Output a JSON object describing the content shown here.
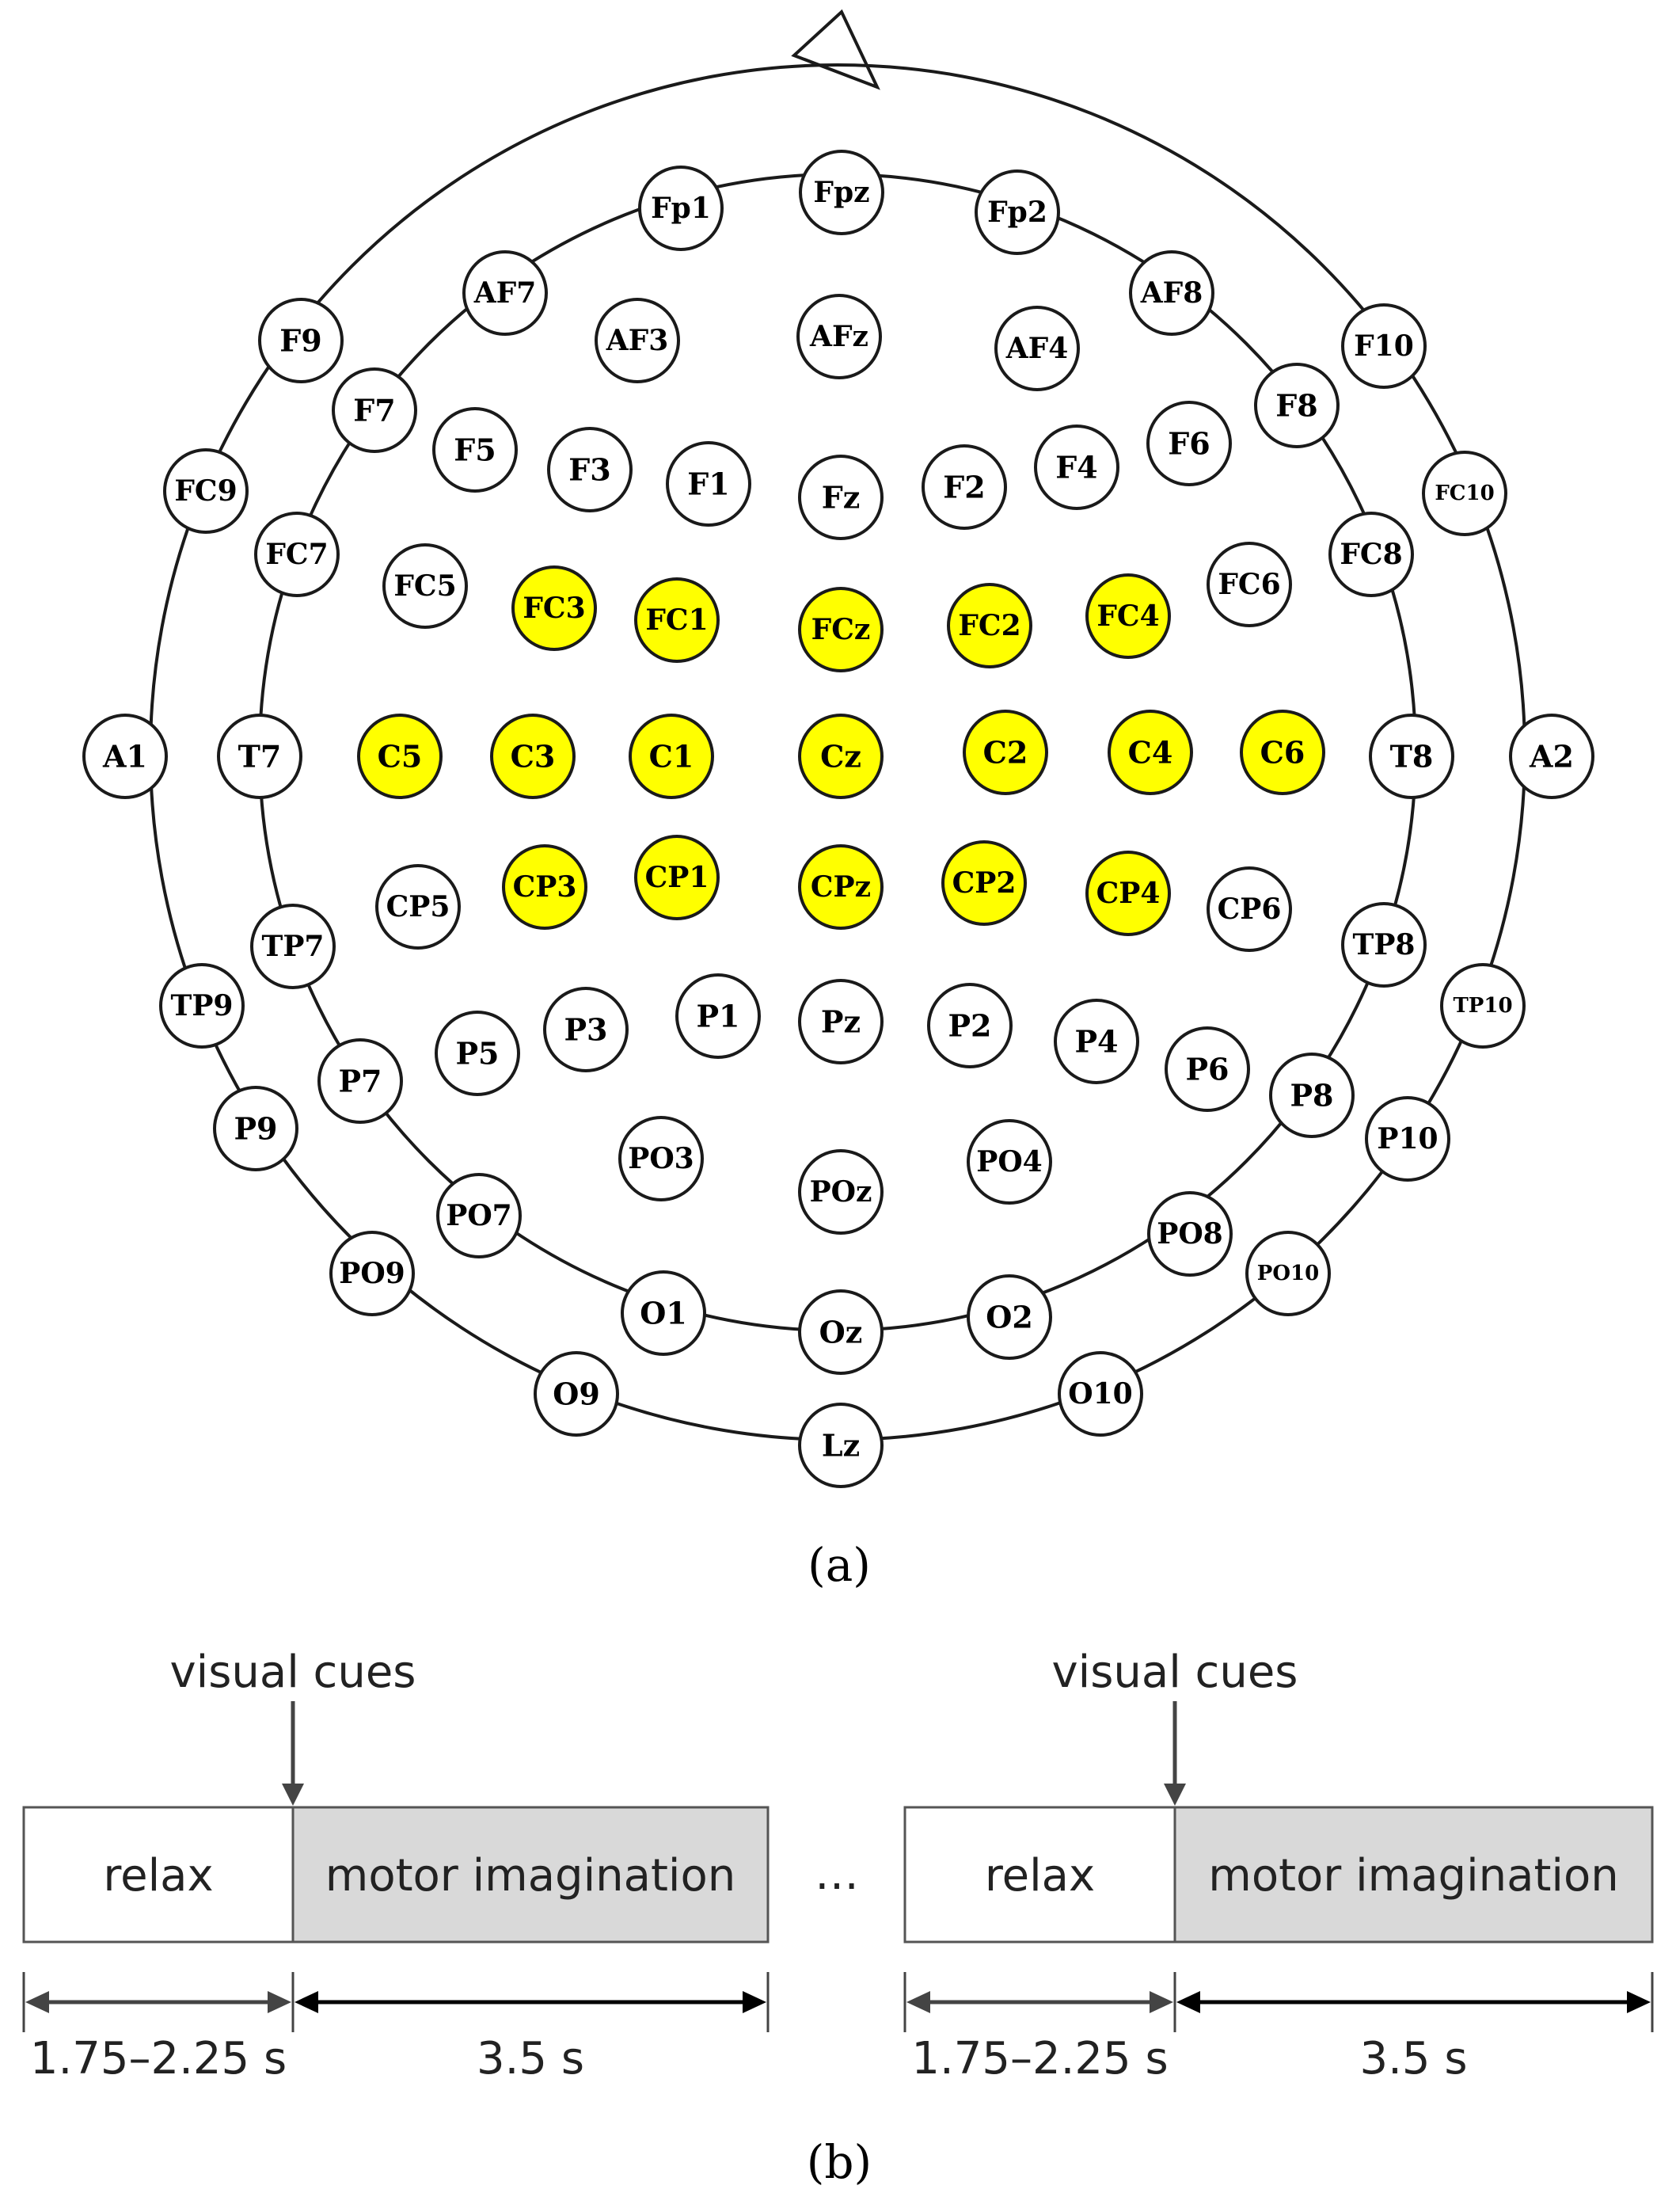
{
  "captions": {
    "a": "(a)",
    "b": "(b)"
  },
  "colors": {
    "active_fill": "#ffff00",
    "inactive_fill": "#ffffff",
    "motor_box_fill": "#d9d9d9"
  },
  "electrodes": [
    {
      "name": "Fp1",
      "active": false
    },
    {
      "name": "Fpz",
      "active": false
    },
    {
      "name": "Fp2",
      "active": false
    },
    {
      "name": "AF7",
      "active": false
    },
    {
      "name": "AF3",
      "active": false
    },
    {
      "name": "AFz",
      "active": false
    },
    {
      "name": "AF4",
      "active": false
    },
    {
      "name": "AF8",
      "active": false
    },
    {
      "name": "F9",
      "active": false
    },
    {
      "name": "F7",
      "active": false
    },
    {
      "name": "F5",
      "active": false
    },
    {
      "name": "F3",
      "active": false
    },
    {
      "name": "F1",
      "active": false
    },
    {
      "name": "Fz",
      "active": false
    },
    {
      "name": "F2",
      "active": false
    },
    {
      "name": "F4",
      "active": false
    },
    {
      "name": "F6",
      "active": false
    },
    {
      "name": "F8",
      "active": false
    },
    {
      "name": "F10",
      "active": false
    },
    {
      "name": "FC9",
      "active": false
    },
    {
      "name": "FC7",
      "active": false
    },
    {
      "name": "FC5",
      "active": false
    },
    {
      "name": "FC3",
      "active": true
    },
    {
      "name": "FC1",
      "active": true
    },
    {
      "name": "FCz",
      "active": true
    },
    {
      "name": "FC2",
      "active": true
    },
    {
      "name": "FC4",
      "active": true
    },
    {
      "name": "FC6",
      "active": false
    },
    {
      "name": "FC8",
      "active": false
    },
    {
      "name": "FC10",
      "active": false
    },
    {
      "name": "A1",
      "active": false
    },
    {
      "name": "T7",
      "active": false
    },
    {
      "name": "C5",
      "active": true
    },
    {
      "name": "C3",
      "active": true
    },
    {
      "name": "C1",
      "active": true
    },
    {
      "name": "Cz",
      "active": true
    },
    {
      "name": "C2",
      "active": true
    },
    {
      "name": "C4",
      "active": true
    },
    {
      "name": "C6",
      "active": true
    },
    {
      "name": "T8",
      "active": false
    },
    {
      "name": "A2",
      "active": false
    },
    {
      "name": "TP7",
      "active": false
    },
    {
      "name": "CP5",
      "active": false
    },
    {
      "name": "CP3",
      "active": true
    },
    {
      "name": "CP1",
      "active": true
    },
    {
      "name": "CPz",
      "active": true
    },
    {
      "name": "CP2",
      "active": true
    },
    {
      "name": "CP4",
      "active": true
    },
    {
      "name": "CP6",
      "active": false
    },
    {
      "name": "TP8",
      "active": false
    },
    {
      "name": "TP9",
      "active": false
    },
    {
      "name": "TP10",
      "active": false
    },
    {
      "name": "P9",
      "active": false
    },
    {
      "name": "P7",
      "active": false
    },
    {
      "name": "P5",
      "active": false
    },
    {
      "name": "P3",
      "active": false
    },
    {
      "name": "P1",
      "active": false
    },
    {
      "name": "Pz",
      "active": false
    },
    {
      "name": "P2",
      "active": false
    },
    {
      "name": "P4",
      "active": false
    },
    {
      "name": "P6",
      "active": false
    },
    {
      "name": "P8",
      "active": false
    },
    {
      "name": "P10",
      "active": false
    },
    {
      "name": "PO9",
      "active": false
    },
    {
      "name": "PO7",
      "active": false
    },
    {
      "name": "PO3",
      "active": false
    },
    {
      "name": "POz",
      "active": false
    },
    {
      "name": "PO4",
      "active": false
    },
    {
      "name": "PO8",
      "active": false
    },
    {
      "name": "PO10",
      "active": false
    },
    {
      "name": "O9",
      "active": false
    },
    {
      "name": "O1",
      "active": false
    },
    {
      "name": "Oz",
      "active": false
    },
    {
      "name": "O2",
      "active": false
    },
    {
      "name": "O10",
      "active": false
    },
    {
      "name": "Lz",
      "active": false
    }
  ],
  "timeline": {
    "cue_label": "visual cues",
    "relax_label": "relax",
    "motor_label": "motor imagination",
    "ellipsis": "…",
    "relax_duration": "1.75–2.25 s",
    "motor_duration": "3.5 s"
  }
}
